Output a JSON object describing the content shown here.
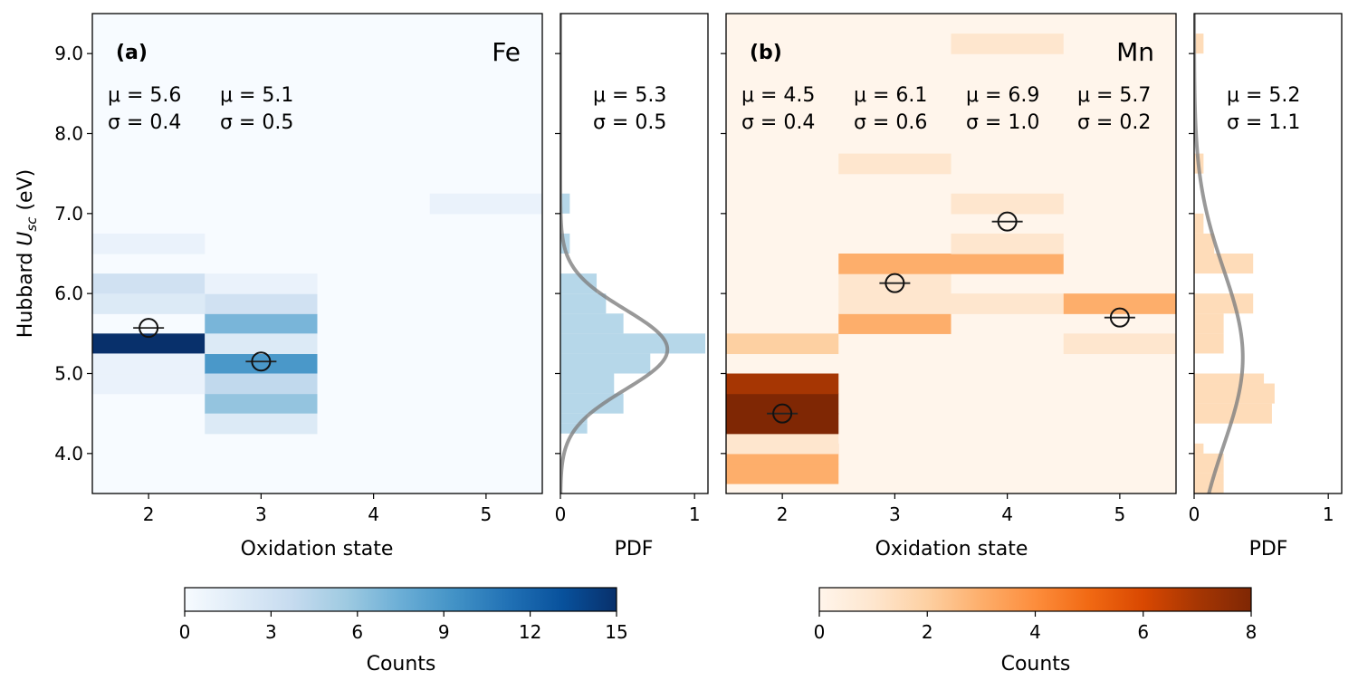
{
  "chart_data": [
    {
      "type": "heatmap",
      "panel_label": "(a)",
      "element": "Fe",
      "xlabel": "Oxidation state",
      "ylabel": "Hubbard U_sc (eV)",
      "ylabel_main": "Hubbard ",
      "ylabel_var": "U",
      "ylabel_sub": "sc",
      "ylabel_unit": " (eV)",
      "xticks": [
        "2",
        "3",
        "4",
        "5"
      ],
      "yticks": [
        "4.0",
        "5.0",
        "6.0",
        "7.0",
        "8.0",
        "9.0"
      ],
      "xlim": [
        1.5,
        5.5
      ],
      "ylim": [
        3.5,
        9.5
      ],
      "bin_height": 0.25,
      "colormap": "Blues",
      "colorbar": {
        "label": "Counts",
        "range": [
          0,
          15
        ],
        "ticks": [
          "0",
          "3",
          "6",
          "9",
          "12",
          "15"
        ]
      },
      "cells": [
        {
          "x": 2,
          "y": 5.375,
          "count": 15
        },
        {
          "x": 2,
          "y": 6.125,
          "count": 3
        },
        {
          "x": 2,
          "y": 5.875,
          "count": 2
        },
        {
          "x": 2,
          "y": 6.625,
          "count": 1
        },
        {
          "x": 2,
          "y": 4.875,
          "count": 1
        },
        {
          "x": 2,
          "y": 5.125,
          "count": 1
        },
        {
          "x": 3,
          "y": 5.625,
          "count": 7
        },
        {
          "x": 3,
          "y": 5.125,
          "count": 9
        },
        {
          "x": 3,
          "y": 4.625,
          "count": 6
        },
        {
          "x": 3,
          "y": 4.875,
          "count": 4
        },
        {
          "x": 3,
          "y": 5.875,
          "count": 3
        },
        {
          "x": 3,
          "y": 4.375,
          "count": 2
        },
        {
          "x": 3,
          "y": 5.375,
          "count": 2
        },
        {
          "x": 3,
          "y": 6.125,
          "count": 1
        },
        {
          "x": 5,
          "y": 7.125,
          "count": 1
        }
      ],
      "means": [
        {
          "x": 2,
          "mu": 5.6,
          "sigma": 0.4,
          "mu_text": "μ = 5.6",
          "sigma_text": "σ = 0.4"
        },
        {
          "x": 3,
          "mu": 5.1,
          "sigma": 0.5,
          "mu_text": "μ = 5.1",
          "sigma_text": "σ = 0.5"
        }
      ],
      "marker_points": [
        {
          "x": 2,
          "y": 5.57
        },
        {
          "x": 3,
          "y": 5.15
        }
      ],
      "pdf": {
        "xlabel": "PDF",
        "xticks": [
          "0",
          "1"
        ],
        "xlim": [
          0,
          1.1
        ],
        "mu": 5.3,
        "sigma": 0.5,
        "mu_text": "μ = 5.3",
        "sigma_text": "σ = 0.5",
        "color": "#9ecae1",
        "hist": [
          {
            "y0": 4.25,
            "y1": 4.375,
            "d": 0.2
          },
          {
            "y0": 4.375,
            "y1": 4.5,
            "d": 0.2
          },
          {
            "y0": 4.5,
            "y1": 4.75,
            "d": 0.47
          },
          {
            "y0": 4.75,
            "y1": 5.0,
            "d": 0.4
          },
          {
            "y0": 5.0,
            "y1": 5.25,
            "d": 0.67
          },
          {
            "y0": 5.25,
            "y1": 5.5,
            "d": 1.08
          },
          {
            "y0": 5.5,
            "y1": 5.75,
            "d": 0.47
          },
          {
            "y0": 5.75,
            "y1": 6.0,
            "d": 0.34
          },
          {
            "y0": 6.0,
            "y1": 6.25,
            "d": 0.27
          },
          {
            "y0": 6.5,
            "y1": 6.75,
            "d": 0.07
          },
          {
            "y0": 7.0,
            "y1": 7.25,
            "d": 0.07
          }
        ]
      }
    },
    {
      "type": "heatmap",
      "panel_label": "(b)",
      "element": "Mn",
      "xlabel": "Oxidation state",
      "xticks": [
        "2",
        "3",
        "4",
        "5"
      ],
      "xlim": [
        1.5,
        5.5
      ],
      "ylim": [
        3.5,
        9.5
      ],
      "colormap": "Oranges",
      "colorbar": {
        "label": "Counts",
        "range": [
          0,
          8
        ],
        "ticks": [
          "0",
          "2",
          "4",
          "6",
          "8"
        ]
      },
      "cells": [
        {
          "x": 2,
          "y": 3.75,
          "count": 3
        },
        {
          "x": 2,
          "y": 4.0,
          "count": 3
        },
        {
          "x": 2,
          "y": 4.125,
          "count": 1
        },
        {
          "x": 2,
          "y": 4.375,
          "count": 8
        },
        {
          "x": 2,
          "y": 4.625,
          "count": 8
        },
        {
          "x": 2,
          "y": 4.875,
          "count": 7
        },
        {
          "x": 2,
          "y": 5.375,
          "count": 2
        },
        {
          "x": 3,
          "y": 5.625,
          "count": 3
        },
        {
          "x": 3,
          "y": 5.875,
          "count": 1
        },
        {
          "x": 3,
          "y": 6.125,
          "count": 1
        },
        {
          "x": 3,
          "y": 6.375,
          "count": 3
        },
        {
          "x": 3,
          "y": 7.625,
          "count": 1
        },
        {
          "x": 4,
          "y": 5.875,
          "count": 1
        },
        {
          "x": 4,
          "y": 6.375,
          "count": 3
        },
        {
          "x": 4,
          "y": 6.625,
          "count": 1
        },
        {
          "x": 4,
          "y": 7.125,
          "count": 1
        },
        {
          "x": 4,
          "y": 9.125,
          "count": 1
        },
        {
          "x": 5,
          "y": 5.375,
          "count": 1
        },
        {
          "x": 5,
          "y": 5.875,
          "count": 3
        }
      ],
      "means": [
        {
          "x": 2,
          "mu": 4.5,
          "sigma": 0.4,
          "mu_text": "μ = 4.5",
          "sigma_text": "σ = 0.4"
        },
        {
          "x": 3,
          "mu": 6.1,
          "sigma": 0.6,
          "mu_text": "μ = 6.1",
          "sigma_text": "σ = 0.6"
        },
        {
          "x": 4,
          "mu": 6.9,
          "sigma": 1.0,
          "mu_text": "μ = 6.9",
          "sigma_text": "σ = 1.0"
        },
        {
          "x": 5,
          "mu": 5.7,
          "sigma": 0.2,
          "mu_text": "μ = 5.7",
          "sigma_text": "σ = 0.2"
        }
      ],
      "marker_points": [
        {
          "x": 2,
          "y": 4.5
        },
        {
          "x": 3,
          "y": 6.13
        },
        {
          "x": 4,
          "y": 6.9
        },
        {
          "x": 5,
          "y": 5.7
        }
      ],
      "pdf": {
        "xlabel": "PDF",
        "xticks": [
          "0",
          "1"
        ],
        "xlim": [
          0,
          1.1
        ],
        "mu": 5.2,
        "sigma": 1.1,
        "mu_text": "μ = 5.2",
        "sigma_text": "σ = 1.1",
        "color": "#fdd0a2",
        "hist": [
          {
            "y0": 3.5,
            "y1": 3.75,
            "d": 0.22
          },
          {
            "y0": 3.75,
            "y1": 4.0,
            "d": 0.22
          },
          {
            "y0": 4.0,
            "y1": 4.125,
            "d": 0.07
          },
          {
            "y0": 4.375,
            "y1": 4.625,
            "d": 0.58
          },
          {
            "y0": 4.625,
            "y1": 4.875,
            "d": 0.6
          },
          {
            "y0": 4.875,
            "y1": 5.0,
            "d": 0.52
          },
          {
            "y0": 5.25,
            "y1": 5.5,
            "d": 0.22
          },
          {
            "y0": 5.5,
            "y1": 5.75,
            "d": 0.22
          },
          {
            "y0": 5.75,
            "y1": 6.0,
            "d": 0.44
          },
          {
            "y0": 6.25,
            "y1": 6.5,
            "d": 0.44
          },
          {
            "y0": 6.5,
            "y1": 6.75,
            "d": 0.15
          },
          {
            "y0": 6.75,
            "y1": 7.0,
            "d": 0.07
          },
          {
            "y0": 7.5,
            "y1": 7.75,
            "d": 0.07
          },
          {
            "y0": 9.0,
            "y1": 9.25,
            "d": 0.07
          }
        ]
      }
    }
  ]
}
